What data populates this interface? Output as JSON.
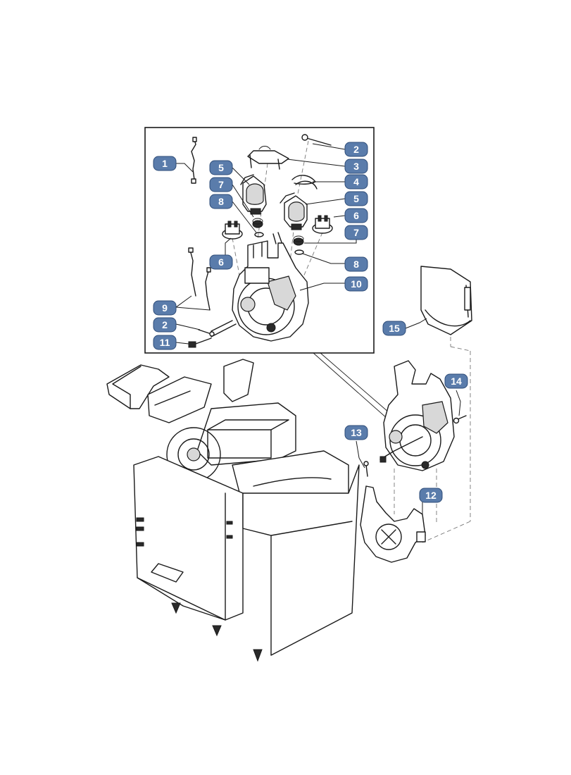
{
  "callouts": [
    {
      "id": "c1",
      "label": "1"
    },
    {
      "id": "c2a",
      "label": "2"
    },
    {
      "id": "c2b",
      "label": "2"
    },
    {
      "id": "c3",
      "label": "3"
    },
    {
      "id": "c4",
      "label": "4"
    },
    {
      "id": "c5a",
      "label": "5"
    },
    {
      "id": "c5b",
      "label": "5"
    },
    {
      "id": "c6a",
      "label": "6"
    },
    {
      "id": "c6b",
      "label": "6"
    },
    {
      "id": "c7a",
      "label": "7"
    },
    {
      "id": "c7b",
      "label": "7"
    },
    {
      "id": "c8a",
      "label": "8"
    },
    {
      "id": "c8b",
      "label": "8"
    },
    {
      "id": "c9",
      "label": "9"
    },
    {
      "id": "c10",
      "label": "10"
    },
    {
      "id": "c11",
      "label": "11"
    },
    {
      "id": "c12",
      "label": "12"
    },
    {
      "id": "c13",
      "label": "13"
    },
    {
      "id": "c14",
      "label": "14"
    },
    {
      "id": "c15",
      "label": "15"
    }
  ],
  "colors": {
    "callout_fill": "#5a7cab",
    "callout_text": "#ffffff",
    "line": "#1a1a1a",
    "background": "#ffffff"
  }
}
